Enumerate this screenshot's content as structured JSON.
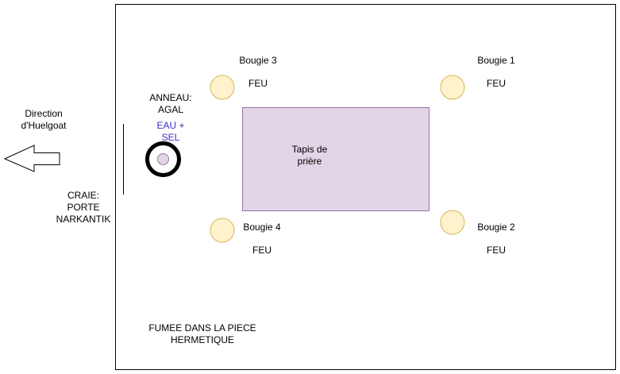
{
  "labels": {
    "direction": "Direction\nd'Huelgoat",
    "craie": "CRAIE:\nPORTE\nNARKANTIK",
    "anneau": "ANNEAU:\nAGAL",
    "eau_sel": "EAU +\nSEL",
    "tapis": "Tapis de\nprière",
    "fumee": "FUMEE DANS LA PIECE\nHERMETIQUE"
  },
  "candles": [
    {
      "name": "Bougie 3",
      "element": "FEU"
    },
    {
      "name": "Bougie 1",
      "element": "FEU"
    },
    {
      "name": "Bougie 4",
      "element": "FEU"
    },
    {
      "name": "Bougie 2",
      "element": "FEU"
    }
  ],
  "colors": {
    "candle_fill": "#fff2cc",
    "candle_stroke": "#d6b656",
    "mat_fill": "#e1d5e7",
    "mat_stroke": "#9673a6",
    "ring_inner_fill": "#e1d5e7",
    "eau_text": "#3a2fc8"
  },
  "icons": {
    "arrow": "left-arrow-icon",
    "ring": "ring-icon",
    "candle": "candle-icon"
  }
}
